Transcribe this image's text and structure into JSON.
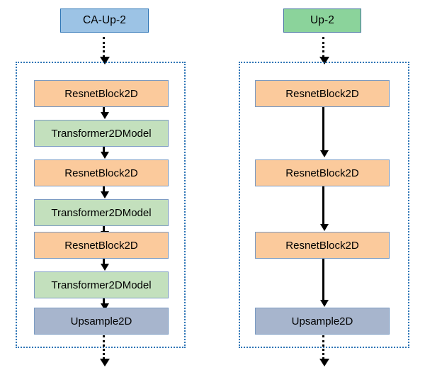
{
  "diagram": {
    "background_color": "#FFFFFF",
    "palette": {
      "resnet_fill": "#FBCA9C",
      "transformer_fill": "#C3E0BD",
      "upsample_fill": "#A7B5CD",
      "header_blue_fill": "#9CC3E5",
      "header_green_fill": "#8BD39B",
      "block_border": "#7C9BC2",
      "group_border": "#2E75B6",
      "arrow_color": "#000000"
    },
    "columns": [
      {
        "id": "ca-up-2",
        "header": {
          "label": "CA-Up-2",
          "style": "blue"
        },
        "entry_arrow": "dotted",
        "exit_arrow": "dotted",
        "blocks": [
          {
            "label": "ResnetBlock2D",
            "type": "resnet"
          },
          {
            "label": "Transformer2DModel",
            "type": "transformer"
          },
          {
            "label": "ResnetBlock2D",
            "type": "resnet"
          },
          {
            "label": "Transformer2DModel",
            "type": "transformer"
          },
          {
            "label": "ResnetBlock2D",
            "type": "resnet"
          },
          {
            "label": "Transformer2DModel",
            "type": "transformer"
          },
          {
            "label": "Upsample2D",
            "type": "upsample"
          }
        ],
        "connector_style": "solid-short"
      },
      {
        "id": "up-2",
        "header": {
          "label": "Up-2",
          "style": "green"
        },
        "entry_arrow": "dotted",
        "exit_arrow": "dotted",
        "blocks": [
          {
            "label": "ResnetBlock2D",
            "type": "resnet"
          },
          {
            "label": "ResnetBlock2D",
            "type": "resnet"
          },
          {
            "label": "ResnetBlock2D",
            "type": "resnet"
          },
          {
            "label": "Upsample2D",
            "type": "upsample"
          }
        ],
        "connector_style": "solid-long"
      }
    ]
  }
}
